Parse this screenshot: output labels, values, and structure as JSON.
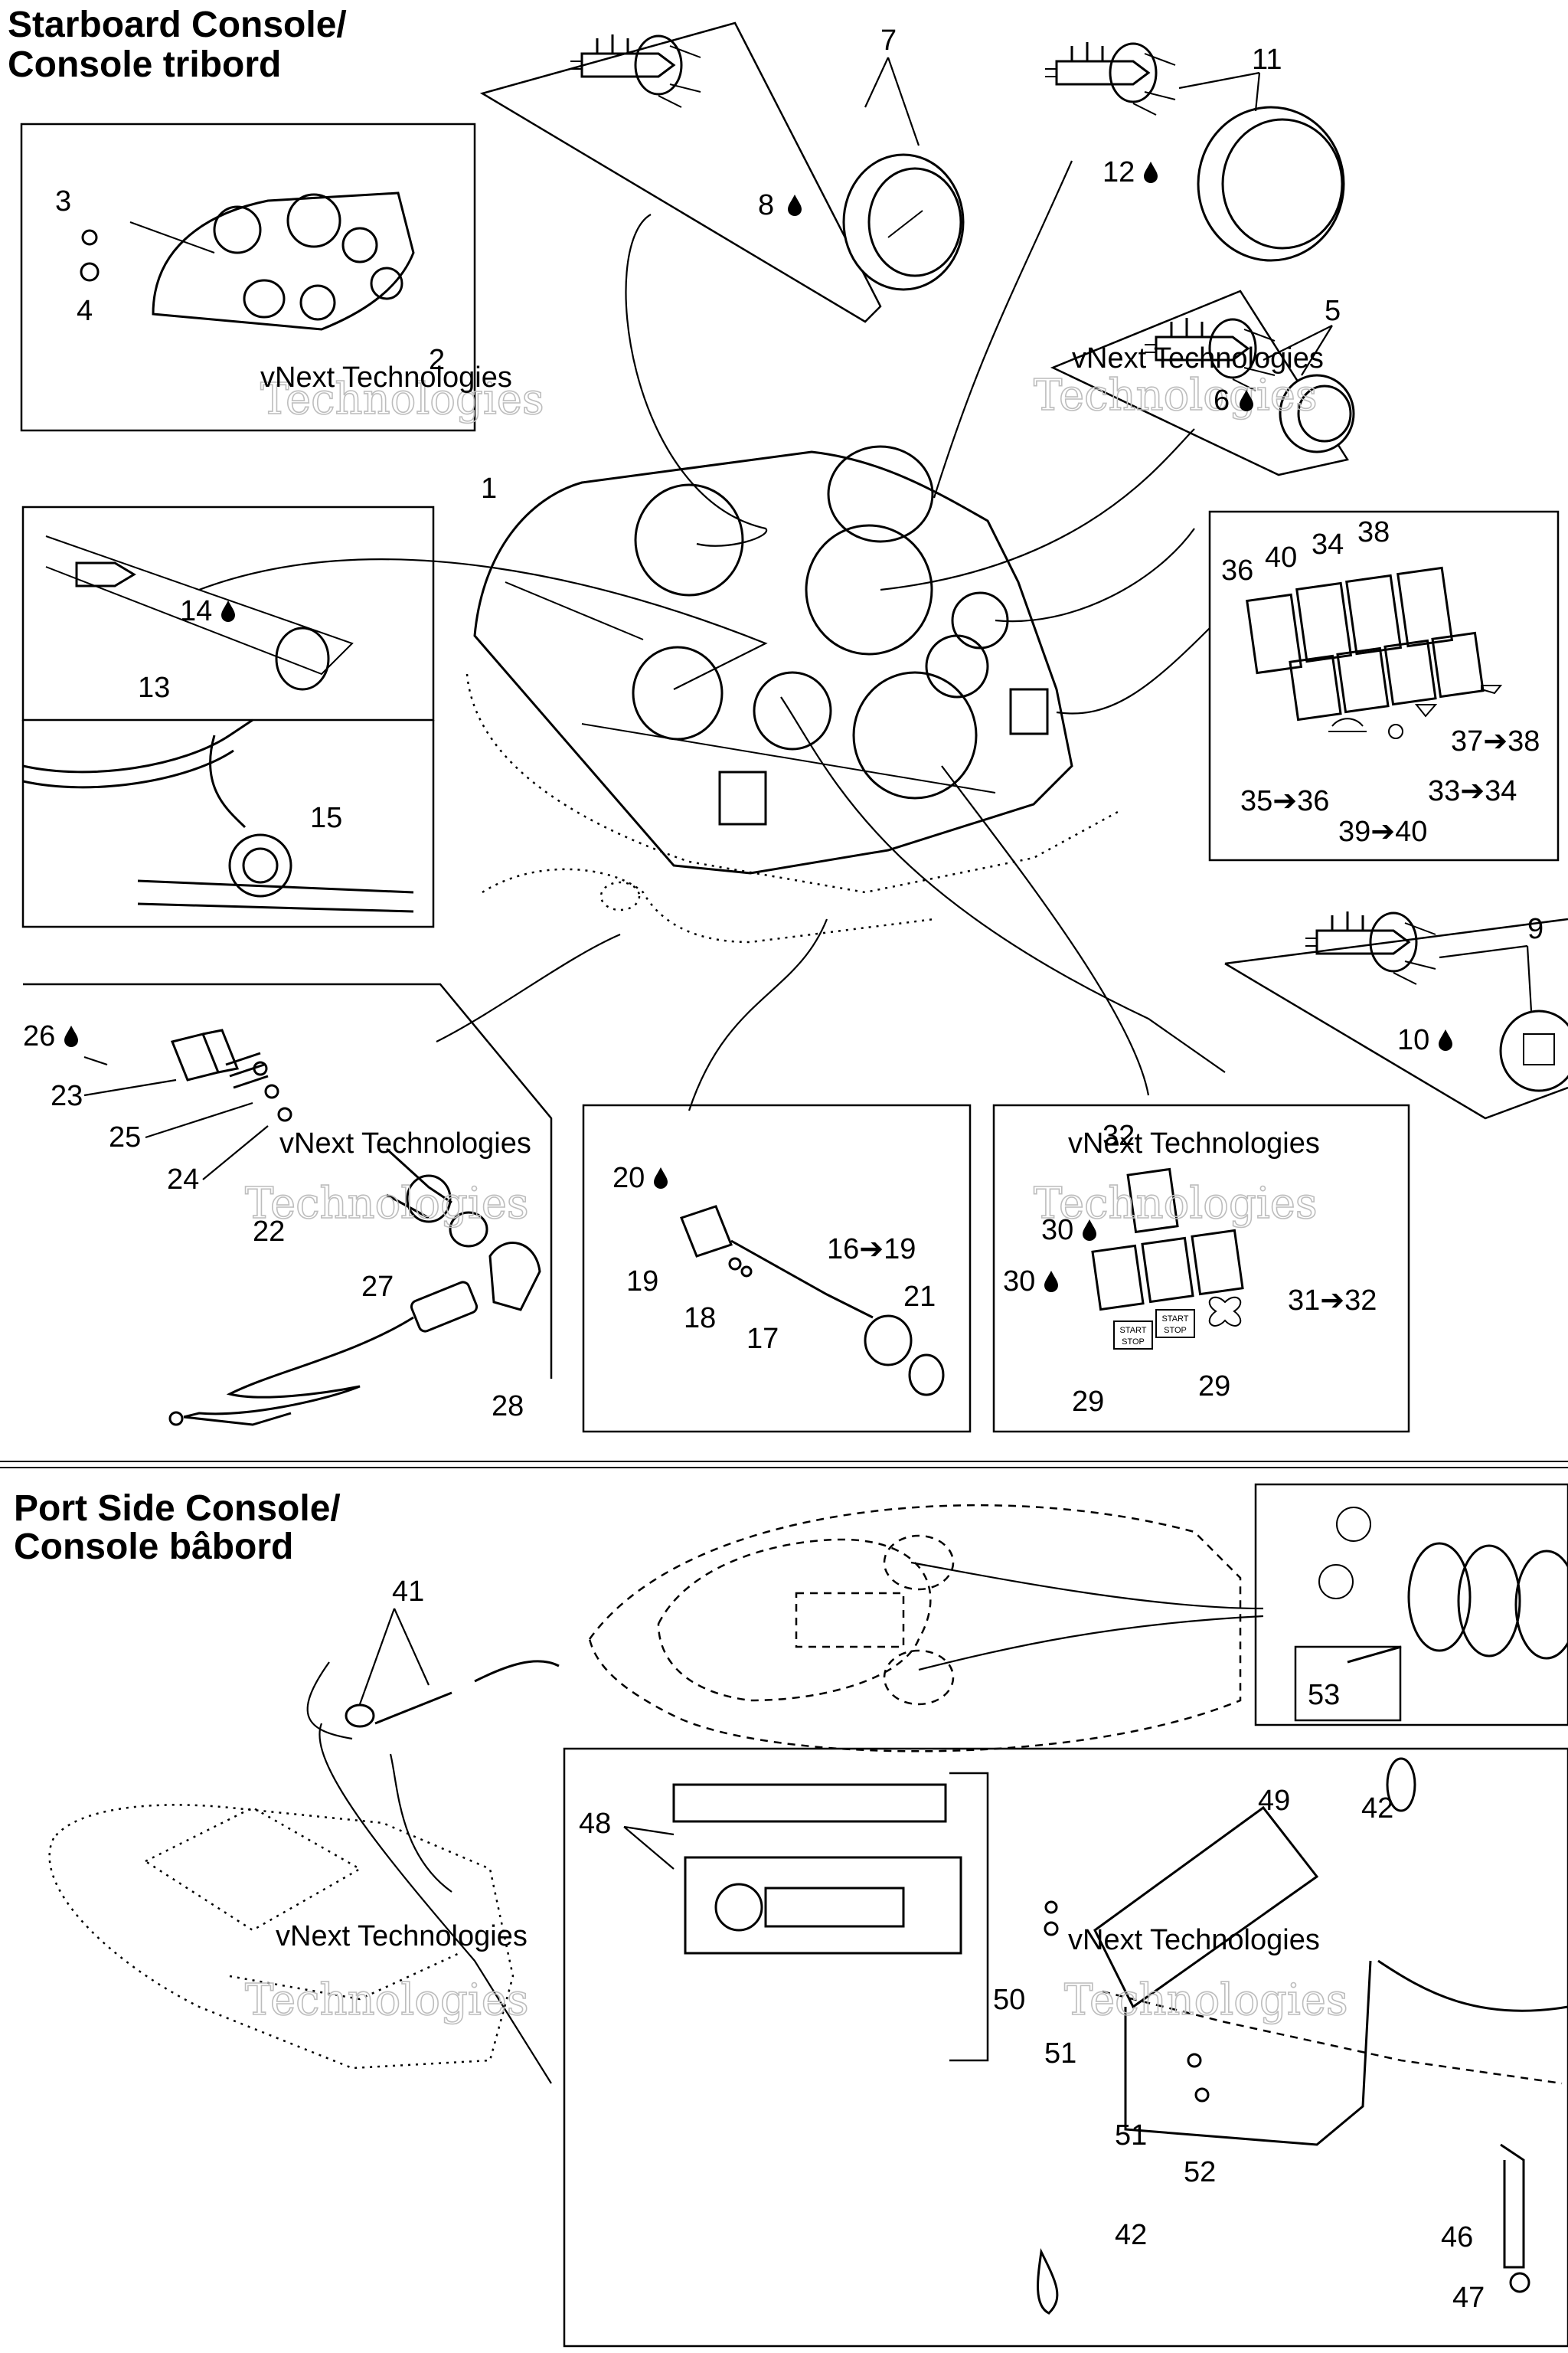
{
  "sections": {
    "starboard": {
      "title_line1": "Starboard Console/",
      "title_line2": "Console tribord"
    },
    "port": {
      "title_line1": "Port Side Console/",
      "title_line2": "Console bâbord"
    }
  },
  "watermark": {
    "line1": "vNext Technologies",
    "line2": "Technologies"
  },
  "callouts": {
    "c1": "1",
    "c2": "2",
    "c3": "3",
    "c4": "4",
    "c5": "5",
    "c6": "6",
    "c7": "7",
    "c8": "8",
    "c9": "9",
    "c10": "10",
    "c11": "11",
    "c12": "12",
    "c13": "13",
    "c14": "14",
    "c15": "15",
    "c16_19": "16➔19",
    "c17": "17",
    "c18": "18",
    "c19": "19",
    "c20": "20",
    "c21": "21",
    "c22": "22",
    "c23": "23",
    "c24": "24",
    "c25": "25",
    "c26": "26",
    "c27": "27",
    "c28": "28",
    "c29a": "29",
    "c29b": "29",
    "c30a": "30",
    "c30b": "30",
    "c31_32": "31➔32",
    "c32": "32",
    "c33_34": "33➔34",
    "c34": "34",
    "c35_36": "35➔36",
    "c36": "36",
    "c37_38": "37➔38",
    "c38": "38",
    "c39_40": "39➔40",
    "c40": "40",
    "c41": "41",
    "c42a": "42",
    "c42b": "42",
    "c46": "46",
    "c47": "47",
    "c48": "48",
    "c49": "49",
    "c50": "50",
    "c51a": "51",
    "c51b": "51",
    "c52": "52",
    "c53": "53"
  },
  "switch_labels": {
    "start_stop_line1": "START",
    "start_stop_line2": "STOP"
  },
  "icons": {
    "drop_marker": "oil-drop-icon"
  }
}
